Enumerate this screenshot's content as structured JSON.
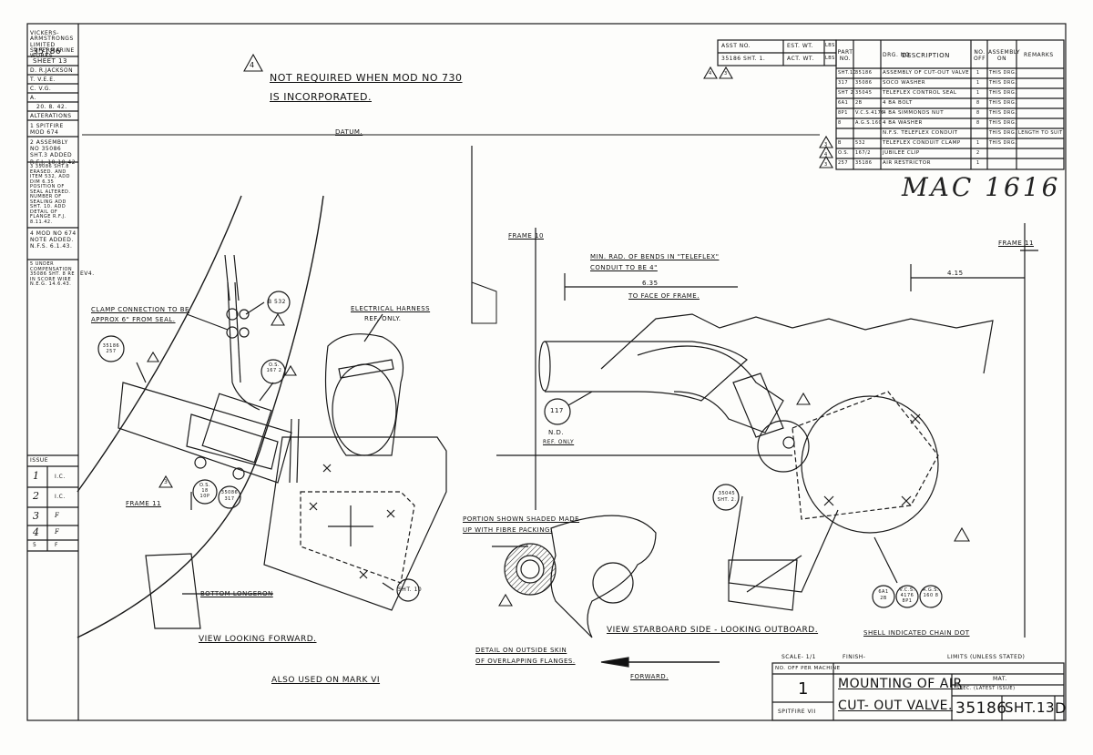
{
  "notes": {
    "mod_note_line1": "NOT REQUIRED WHEN MOD NO 730",
    "mod_note_line2": "IS INCORPORATED.",
    "mod_note_marker": "4",
    "handwritten_ref": "MAC 1616"
  },
  "header_block": {
    "assy_no_label": "ASST NO.",
    "assy_no_value": "35186 SHT. 1.",
    "est_wt_label": "EST. WT.",
    "act_wt_label": "ACT. WT.",
    "lbs": "LBS",
    "markers": [
      "4",
      "3"
    ]
  },
  "parts_table": {
    "headers": [
      "PART NO.",
      "DRG. NO.",
      "DESCRIPTION",
      "NO. OFF",
      "ASSEMBLY ON",
      "REMARKS"
    ],
    "rows": [
      {
        "part": "SHT.10",
        "drg": "35186",
        "desc": "ASSEMBLY OF CUT-OUT VALVE",
        "off": "1",
        "on": "THIS DRG.",
        "rem": "",
        "mark": ""
      },
      {
        "part": "317",
        "drg": "35086",
        "desc": "SOCO WASHER",
        "off": "1",
        "on": "THIS DRG.",
        "rem": "",
        "mark": ""
      },
      {
        "part": "SHT 2",
        "drg": "35045",
        "desc": "TELEFLEX CONTROL SEAL",
        "off": "1",
        "on": "THIS DRG.",
        "rem": "",
        "mark": ""
      },
      {
        "part": "6A1",
        "drg": "2B",
        "desc": "4 BA BOLT",
        "off": "8",
        "on": "THIS DRG.",
        "rem": "",
        "mark": ""
      },
      {
        "part": "8P1",
        "drg": "V.C.S.4176",
        "desc": "4 BA SIMMONDS NUT",
        "off": "8",
        "on": "THIS DRG.",
        "rem": "",
        "mark": ""
      },
      {
        "part": "8",
        "drg": "A.G.S.160",
        "desc": "4 BA WASHER",
        "off": "8",
        "on": "THIS DRG.",
        "rem": "",
        "mark": ""
      },
      {
        "part": "",
        "drg": "",
        "desc": "N.F.S. TELEFLEX CONDUIT",
        "off": "",
        "on": "THIS DRG.",
        "rem": "LENGTH TO SUIT",
        "mark": ""
      },
      {
        "part": "B",
        "drg": "532",
        "desc": "TELEFLEX CONDUIT CLAMP",
        "off": "1",
        "on": "THIS DRG.",
        "rem": "",
        "mark": "3"
      },
      {
        "part": "O.S.",
        "drg": "167/2",
        "desc": "JUBILEE CLIP",
        "off": "2",
        "on": "",
        "rem": "",
        "mark": "4"
      },
      {
        "part": "257",
        "drg": "35186",
        "desc": "AIR RESTRICTOR",
        "off": "1",
        "on": "",
        "rem": "",
        "mark": "3"
      }
    ]
  },
  "left_strip": {
    "company": "VICKERS-ARMSTRONGS LIMITED SUPERMARINE WORKS",
    "drawing_no": "35186",
    "sheet": "SHEET 13",
    "drawn": "D. R.JACKSON",
    "traced": "T. V.E.E.",
    "checked": "C. V.G.",
    "approved": "A.",
    "date": "20. 8. 42.",
    "alterations_label": "ALTERATIONS",
    "alt1": "1 SPITFIRE MOD 674",
    "alt2": "2 ASSEMBLY NO 35086 SHT.3 ADDED R.F.J. 10.10.42",
    "alt3": "3 35086 SHT.8 ERASED. AND ITEM 532, ADD DIM 6.35 POSITION OF SEAL ALTERED. NUMBER OF SEALING ADD SHT. 10. ADD DETAIL OF FLANGE R.F.J. 8.11.42.",
    "alt4": "4 MOD NO 674 NOTE ADDED. N.F.S. 6.1.43.",
    "alt5": "5 UNDER COMPENSATION 35086 SHT. 8 RE IN SCORE WIRE N.E.G. 14.6.43.",
    "side_tag": "EV4.",
    "issue_label": "ISSUE",
    "issues": [
      {
        "no": "1",
        "by": "I.C."
      },
      {
        "no": "2",
        "by": "I.C."
      },
      {
        "no": "3",
        "by": "F"
      },
      {
        "no": "4",
        "by": "F"
      },
      {
        "no": "5",
        "by": "F"
      }
    ]
  },
  "view_forward": {
    "datum": "DATUM.",
    "clamp_note_1": "CLAMP CONNECTION TO BE",
    "clamp_note_2": "APPROX 6\" FROM SEAL.",
    "electrical_1": "ELECTRICAL HARNESS",
    "electrical_2": "REF. ONLY.",
    "frame": "FRAME 11",
    "bottom_longeron": "BOTTOM LONGERON",
    "caption": "VIEW LOOKING FORWARD.",
    "also_used": "ALSO USED ON MARK VI",
    "balloon_b532": "B 532",
    "balloon_os": "O.S. 167 2",
    "balloon_os2": "O.S. 18 10P",
    "balloon_35086": "35086 317",
    "balloon_257": "35186 257",
    "balloon_sht10": "SHT. 10",
    "dim_3": "3"
  },
  "view_starboard": {
    "frame10": "FRAME 10",
    "frame11": "FRAME 11",
    "min_rad_1": "MIN. RAD. OF BENDS IN \"TELEFLEX\"",
    "min_rad_2": "CONDUIT TO BE 4\"",
    "dim_635": "6.35",
    "dim_415": "4.15",
    "to_face": "TO FACE OF FRAME.",
    "balloon_117": "117",
    "nd": "N.D.",
    "ref_only": "REF. ONLY",
    "balloon_35045": "35045 SHT. 2.",
    "balloon_6a1": "6A1 2B",
    "balloon_vcs": "V.C.S. 4176 8P1",
    "balloon_ags": "A.G.S. 160 8",
    "caption": "VIEW STARBOARD SIDE - LOOKING OUTBOARD.",
    "shell_note": "SHELL INDICATED CHAIN DOT"
  },
  "detail": {
    "note_1": "PORTION SHOWN SHADED MADE",
    "note_2": "UP WITH FIBRE PACKING.",
    "caption_1": "DETAIL ON OUTSIDE SKIN",
    "caption_2": "OF OVERLAPPING FLANGES.",
    "forward": "FORWARD."
  },
  "title_block": {
    "scale": "SCALE- 1/1",
    "finish": "FINISH-",
    "limits": "LIMITS (UNLESS STATED)",
    "no_off_label": "NO. OFF PER MACHINE",
    "no_off_value": "1",
    "aircraft": "SPITFIRE VII",
    "title_1": "MOUNTING OF AIR",
    "title_2": "CUT- OUT VALVE.",
    "mat_label": "MAT.",
    "spec_label": "SPEC. (LATEST ISSUE)",
    "drawing_no": "35186",
    "sheet": "SHT.13",
    "issue_letter": "D"
  }
}
